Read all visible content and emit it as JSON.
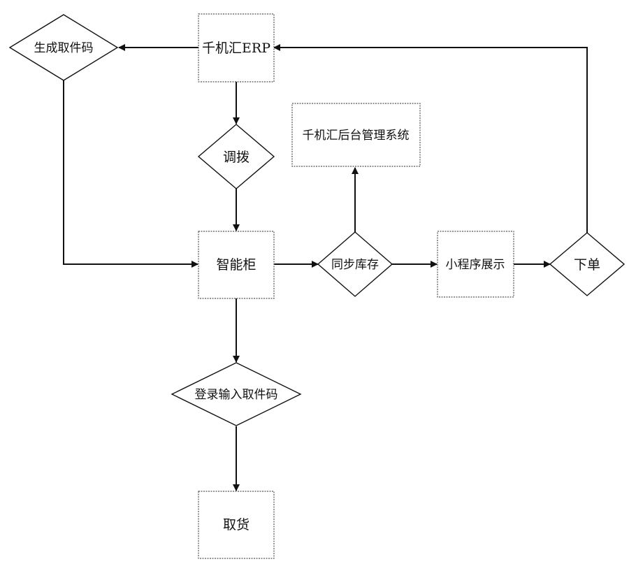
{
  "nodes": {
    "erp": "千机汇ERP",
    "generate_code": "生成取件码",
    "allocate": "调拨",
    "backend": "千机汇后台管理系统",
    "smart_cabinet": "智能柜",
    "sync_stock": "同步库存",
    "mini_program": "小程序展示",
    "place_order": "下单",
    "login_input": "登录输入取件码",
    "pickup": "取货"
  }
}
